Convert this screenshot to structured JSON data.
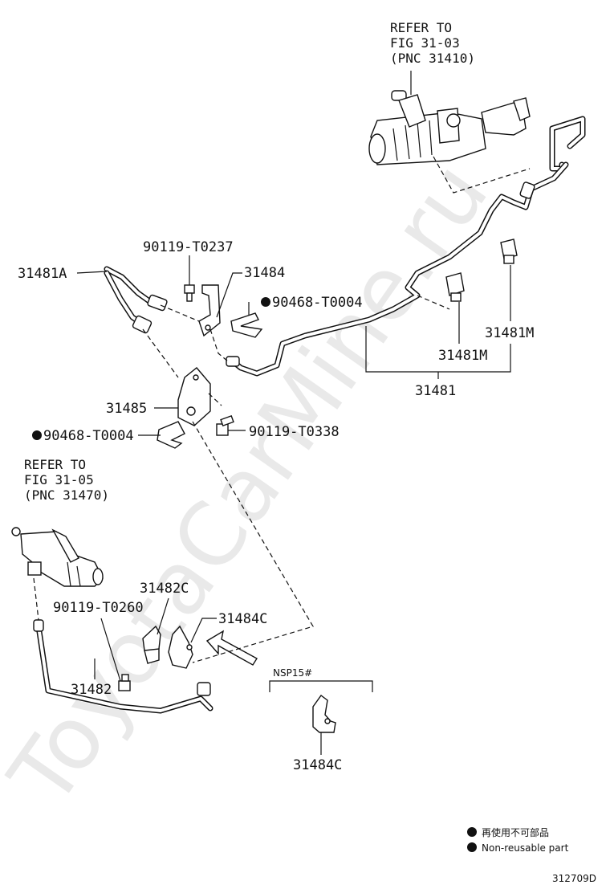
{
  "watermark": "ToyotaCarMine.ru",
  "refs": {
    "top": [
      "REFER TO",
      "FIG 31-03",
      "(PNC 31410)"
    ],
    "left": [
      "REFER TO",
      "FIG 31-05",
      "(PNC 31470)"
    ]
  },
  "labels": {
    "l_31481A": "31481A",
    "l_90119_T0237": "90119-T0237",
    "l_31484": "31484",
    "l_90468_T0004_top": "90468-T0004",
    "l_31481M_right": "31481M",
    "l_31481M_mid": "31481M",
    "l_31481": "31481",
    "l_31485": "31485",
    "l_90468_T0004_left": "90468-T0004",
    "l_90119_T0338": "90119-T0338",
    "l_31482C": "31482C",
    "l_90119_T0260": "90119-T0260",
    "l_31484C_a": "31484C",
    "l_31482": "31482",
    "l_nsp": "NSP15#",
    "l_31484C_b": "31484C"
  },
  "legend": {
    "line1": "再使用不可部品",
    "line2": "Non-reusable part"
  },
  "figure_code": "312709D"
}
